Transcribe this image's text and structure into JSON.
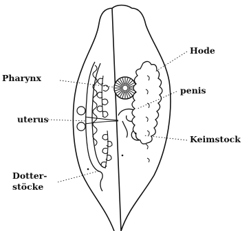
{
  "labels": {
    "pharynx": "Pharynx",
    "uterus": "uterus",
    "dotter_line1": "Dotter-",
    "dotter_line2": "stöcke",
    "hode": "Hode",
    "penis": "penis",
    "keimstock": "Keimstock"
  },
  "colors": {
    "ink": "#111111",
    "paper": "#ffffff"
  }
}
